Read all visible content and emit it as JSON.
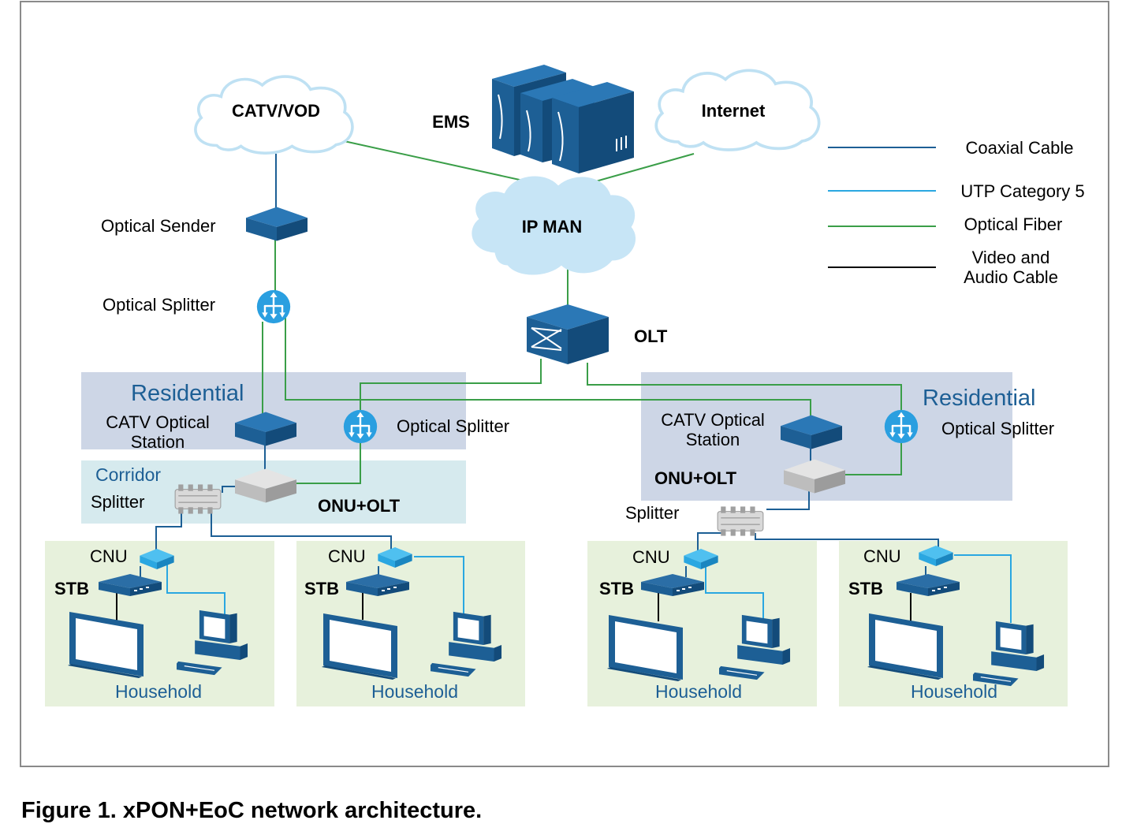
{
  "clouds": {
    "catv_vod": "CATV/VOD",
    "internet": "Internet",
    "ip_man": "IP MAN"
  },
  "nodes": {
    "ems": "EMS",
    "olt": "OLT",
    "optical_sender": "Optical Sender",
    "optical_splitter_top": "Optical Splitter",
    "optical_splitter_left": "Optical Splitter",
    "optical_splitter_right": "Optical Splitter",
    "onu_olt_left": "ONU+OLT",
    "onu_olt_right": "ONU+OLT",
    "catv_station_left_line1": "CATV Optical",
    "catv_station_left_line2": "Station",
    "catv_station_right_line1": "CATV Optical",
    "catv_station_right_line2": "Station",
    "splitter_left": "Splitter",
    "splitter_right": "Splitter"
  },
  "zones": {
    "residential_left": "Residential",
    "residential_right": "Residential",
    "corridor": "Corridor"
  },
  "households": [
    {
      "cnu": "CNU",
      "stb": "STB",
      "label": "Household"
    },
    {
      "cnu": "CNU",
      "stb": "STB",
      "label": "Household"
    },
    {
      "cnu": "CNU",
      "stb": "STB",
      "label": "Household"
    },
    {
      "cnu": "CNU",
      "stb": "STB",
      "label": "Household"
    }
  ],
  "legend": [
    {
      "label": "Coaxial Cable",
      "color": "#1d5f95"
    },
    {
      "label": "UTP Category 5",
      "color": "#2aa7e1"
    },
    {
      "label": "Optical Fiber",
      "color": "#3a9e48"
    },
    {
      "label_line1": "Video and",
      "label_line2": "Audio Cable",
      "color": "#000000"
    }
  ],
  "caption": "Figure 1. xPON+EoC network architecture.",
  "colors": {
    "device_blue": "#1d5f95",
    "coax": "#1d5f95",
    "utp": "#2aa7e1",
    "fiber": "#3a9e48",
    "residential_bg": "#cdd6e6",
    "corridor_bg": "#d6eaee",
    "household_bg": "#e7f1dc",
    "cloud_fill": "#c7e5f6"
  }
}
